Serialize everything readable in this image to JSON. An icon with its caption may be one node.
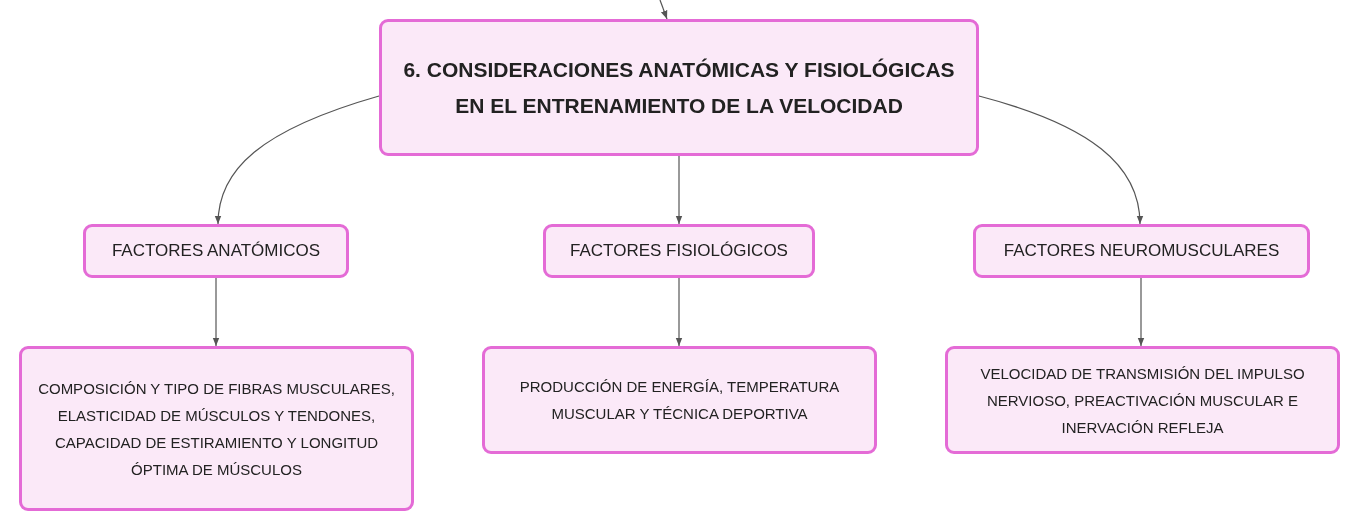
{
  "diagram": {
    "nodes": [
      {
        "text": [
          "6. CONSIDERACIONES ANATÓMICAS Y FISIOLÓGICAS EN EL ENTRENAMIENTO DE LA VELOCIDAD"
        ]
      },
      {
        "text": [
          "FACTORES ANATÓMICOS"
        ]
      },
      {
        "text": [
          "FACTORES FISIOLÓGICOS"
        ]
      },
      {
        "text": [
          "FACTORES NEUROMUSCULARES"
        ]
      },
      {
        "text": [
          "COMPOSICIÓN Y TIPO DE FIBRAS MUSCULARES, ELASTICIDAD DE MÚSCULOS Y TENDONES, CAPACIDAD DE ESTIRAMIENTO Y LONGITUD ÓPTIMA DE MÚSCULOS"
        ]
      },
      {
        "text": [
          "PRODUCCIÓN DE ENERGÍA, TEMPERATURA MUSCULAR Y TÉCNICA DEPORTIVA"
        ]
      },
      {
        "text": [
          "VELOCIDAD DE TRANSMISIÓN DEL IMPULSO NERVIOSO, PREACTIVACIÓN MUSCULAR E INERVACIÓN REFLEJA"
        ]
      }
    ],
    "edges": [
      {
        "from": null,
        "to": 0,
        "arrow": "to"
      },
      {
        "from": 0,
        "to": 1,
        "arrow": "to"
      },
      {
        "from": 0,
        "to": 2,
        "arrow": "to"
      },
      {
        "from": 0,
        "to": 3,
        "arrow": "to"
      },
      {
        "from": 1,
        "to": 4,
        "arrow": "to"
      },
      {
        "from": 2,
        "to": 5,
        "arrow": "to"
      },
      {
        "from": 3,
        "to": 6,
        "arrow": "to"
      }
    ]
  }
}
